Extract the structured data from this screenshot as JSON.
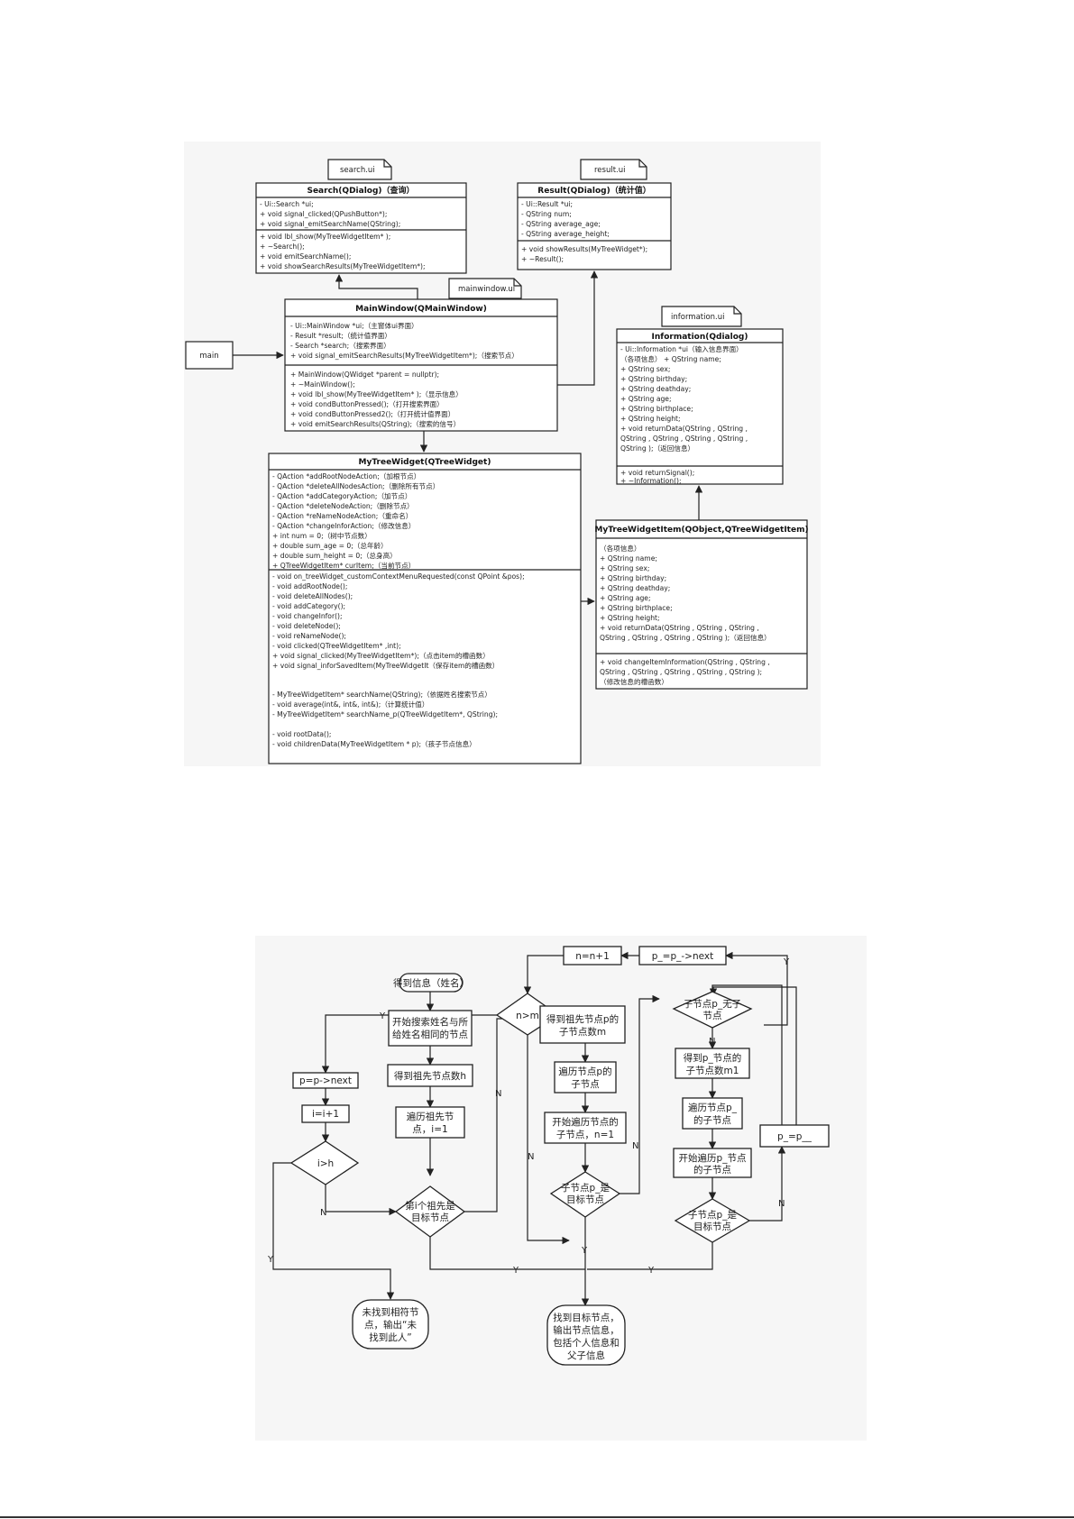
{
  "uml": {
    "notes": {
      "search": "search.ui",
      "result": "result.ui",
      "mainwindow": "mainwindow.ui",
      "information": "information.ui"
    },
    "main_label": "main",
    "search": {
      "title": "Search(QDialog)（查询）",
      "attrs": [
        "- Ui::Search *ui;",
        "+ void signal_clicked(QPushButton*);",
        "+ void signal_emitSearchName(QString);"
      ],
      "ops": [
        "+ void lbl_show(MyTreeWidgetItem* );",
        "+ ~Search();",
        "+ void emitSearchName();",
        "+ void showSearchResults(MyTreeWidgetItem*);"
      ]
    },
    "result": {
      "title": "Result(QDialog)（统计值）",
      "attrs": [
        "- Ui::Result *ui;",
        "- QString num;",
        "- QString average_age;",
        "- QString average_height;"
      ],
      "ops": [
        "+ void showResults(MyTreeWidget*);",
        "+ ~Result();"
      ]
    },
    "mainwindow": {
      "title": "MainWindow(QMainWindow)",
      "attrs": [
        "- Ui::MainWindow *ui;（主窗体ui界面）",
        "- Result *result;（统计值界面）",
        "- Search *search;（搜索界面）",
        "+ void signal_emitSearchResults(MyTreeWidgetItem*);（搜索节点）"
      ],
      "ops": [
        "+ MainWindow(QWidget *parent = nullptr);",
        "+ ~MainWindow();",
        "+ void lbl_show(MyTreeWidgetItem* );（显示信息）",
        "+ void condButtonPressed();（打开搜索界面）",
        "+ void condButtonPressed2();（打开统计值界面）",
        "+ void emitSearchResults(QString);（搜索的信号）"
      ]
    },
    "information": {
      "title": "Information(Qdialog)",
      "attrs": [
        "- Ui::Information *ui（输入信息界面）",
        "（各项信息） + QString name;",
        "+ QString sex;",
        "+ QString birthday;",
        "+ QString deathday;",
        "+ QString age;",
        "+ QString birthplace;",
        "+ QString height;",
        "+ void returnData(QString , QString ,",
        "QString , QString , QString , QString ,",
        "QString );（返回信息）"
      ],
      "ops": [
        "+ void returnSignal();",
        "+ ~Information();"
      ]
    },
    "mytreewidget": {
      "title": "MyTreeWidget(QTreeWidget)",
      "attrs": [
        "- QAction *addRootNodeAction;（加根节点）",
        "- QAction *deleteAllNodesAction;（删除所有节点）",
        "- QAction *addCategoryAction;（加节点）",
        "- QAction *deleteNodeAction;（删除节点）",
        "- QAction *reNameNodeAction;（重命名）",
        "- QAction *changeInforAction;（修改信息）",
        "+ int num = 0;（树中节点数）",
        "+ double sum_age = 0;（总年龄）",
        "+ double sum_height = 0;（总身高）",
        "+ QTreeWidgetItem* curItem;（当前节点）"
      ],
      "ops": [
        "- void on_treeWidget_customContextMenuRequested(const QPoint &pos);",
        "- void addRootNode();",
        "- void deleteAllNodes();",
        "- void addCategory();",
        "- void changeInfor();",
        "- void deleteNode();",
        "- void reNameNode();",
        "- void clicked(QTreeWidgetItem* ,int);",
        "+ void signal_clicked(MyTreeWidgetItem*);（点击item的槽函数）",
        "+ void signal_inforSavedItem(MyTreeWidgetIt（保存item的槽函数）",
        "",
        "",
        "- MyTreeWidgetItem* searchName(QString);（依据姓名搜索节点）",
        "- void average(int&, int&, int&);（计算统计值）",
        "- MyTreeWidgetItem* searchName_p(QTreeWidgetItem*, QString);",
        "",
        "- void rootData();",
        "- void childrenData(MyTreeWidgetItem * p);（孩子节点信息）"
      ]
    },
    "mytreewidgetitem": {
      "title": "MyTreeWidgetItem(QObject,QTreeWidgetItem)",
      "attrs": [
        "（各项信息）",
        "+ QString name;",
        "+ QString sex;",
        "+ QString birthday;",
        "+ QString deathday;",
        "+ QString age;",
        "+ QString birthplace;",
        "+ QString height;",
        "+ void returnData(QString , QString , QString ,",
        "QString , QString , QString , QString );（返回信息）"
      ],
      "ops": [
        "+ void changeItemInformation(QString , QString ,",
        "QString , QString , QString , QString , QString );",
        "（修改信息的槽函数）"
      ]
    }
  },
  "flow": {
    "nodes": {
      "n_inc": "n=n+1",
      "p_next_child": "p_=p_->next",
      "n_gt_m": "n>m",
      "child_no_child": [
        "子节点p_无子",
        "节点"
      ],
      "get_info": "得到信息（姓名）",
      "p_next": "p=p->next",
      "i_inc": "i=i+1",
      "i_gt_h": "i>h",
      "start_search": [
        "开始搜索姓名与所",
        "给姓名相同的节点"
      ],
      "get_ancestor_count": "得到祖先节点数h",
      "traverse_ancestor": [
        "遍历祖先节",
        "点，i=1"
      ],
      "ancestor_is_target": [
        "第i个祖先是",
        "目标节点"
      ],
      "get_child_count": [
        "得到祖先节点p的",
        "子节点数m"
      ],
      "traverse_child": [
        "遍历节点p的",
        "子节点"
      ],
      "start_traverse_child": [
        "开始遍历节点的",
        "子节点，n=1"
      ],
      "child_is_target": [
        "子节点p_是",
        "目标节点"
      ],
      "get_child_count_m1": [
        "得到p_节点的",
        "子节点数m1"
      ],
      "traverse_p_child": [
        "遍历节点p_",
        "的子节点"
      ],
      "start_traverse_p_child": [
        "开始遍历p_节点",
        "的子节点"
      ],
      "p_child_is_target": [
        "子节点p_是",
        "目标节点"
      ],
      "p_assign": "p_=p__",
      "not_found": [
        "未找到相符节",
        "点，输出“未",
        "找到此人”"
      ],
      "found": [
        "找到目标节点，",
        "输出节点信息，",
        "包括个人信息和",
        "父子信息"
      ]
    },
    "labels": {
      "yes": "Y",
      "no": "N"
    }
  }
}
